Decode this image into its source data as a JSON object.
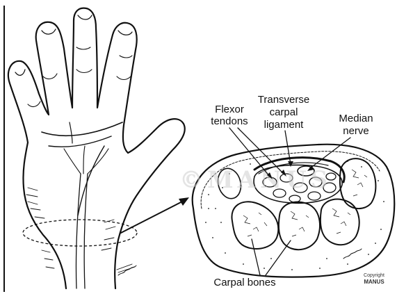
{
  "labels": {
    "flexor_line1": "Flexor",
    "flexor_line2": "tendons",
    "tcl_line1": "Transverse",
    "tcl_line2": "carpal",
    "tcl_line3": "ligament",
    "median_line1": "Median",
    "median_line2": "nerve",
    "carpal_bones": "Carpal bones"
  },
  "watermark": "©MANUS",
  "copyright": {
    "line1": "Copyright",
    "line2": "MANUS"
  },
  "colors": {
    "ink": "#111111",
    "paper": "#ffffff",
    "watermark": "#cfcfcf"
  }
}
